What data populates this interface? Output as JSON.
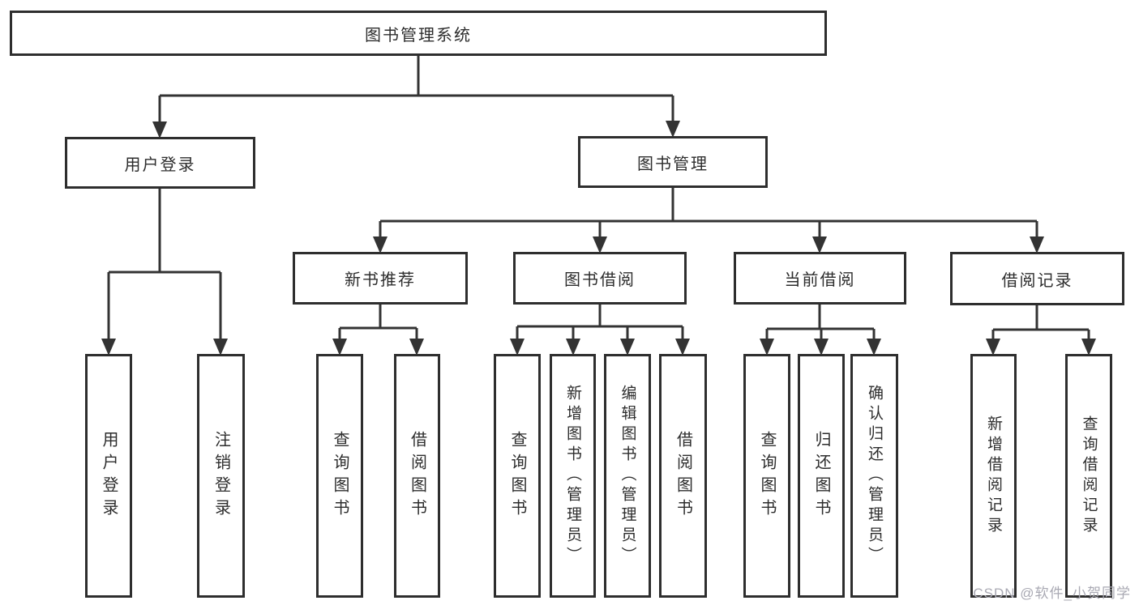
{
  "tree": {
    "label": "图书管理系统",
    "children": [
      {
        "label": "用户登录",
        "children": [
          {
            "label": "用户登录"
          },
          {
            "label": "注销登录"
          }
        ]
      },
      {
        "label": "图书管理",
        "children": [
          {
            "label": "新书推荐",
            "children": [
              {
                "label": "查询图书"
              },
              {
                "label": "借阅图书"
              }
            ]
          },
          {
            "label": "图书借阅",
            "children": [
              {
                "label": "查询图书"
              },
              {
                "label": "新增图书（管理员）"
              },
              {
                "label": "编辑图书（管理员）"
              },
              {
                "label": "借阅图书"
              }
            ]
          },
          {
            "label": "当前借阅",
            "children": [
              {
                "label": "查询图书"
              },
              {
                "label": "归还图书"
              },
              {
                "label": "确认归还（管理员）"
              }
            ]
          },
          {
            "label": "借阅记录",
            "children": [
              {
                "label": "新增借阅记录"
              },
              {
                "label": "查询借阅记录"
              }
            ]
          }
        ]
      }
    ]
  },
  "watermark": {
    "text": "CSDN @软件_小贺同学"
  },
  "colors": {
    "line": "#333333",
    "box_border": "#2e2e2e",
    "text": "#2d2d2d",
    "background": "#ffffff",
    "watermark": "#a9a9b3"
  }
}
